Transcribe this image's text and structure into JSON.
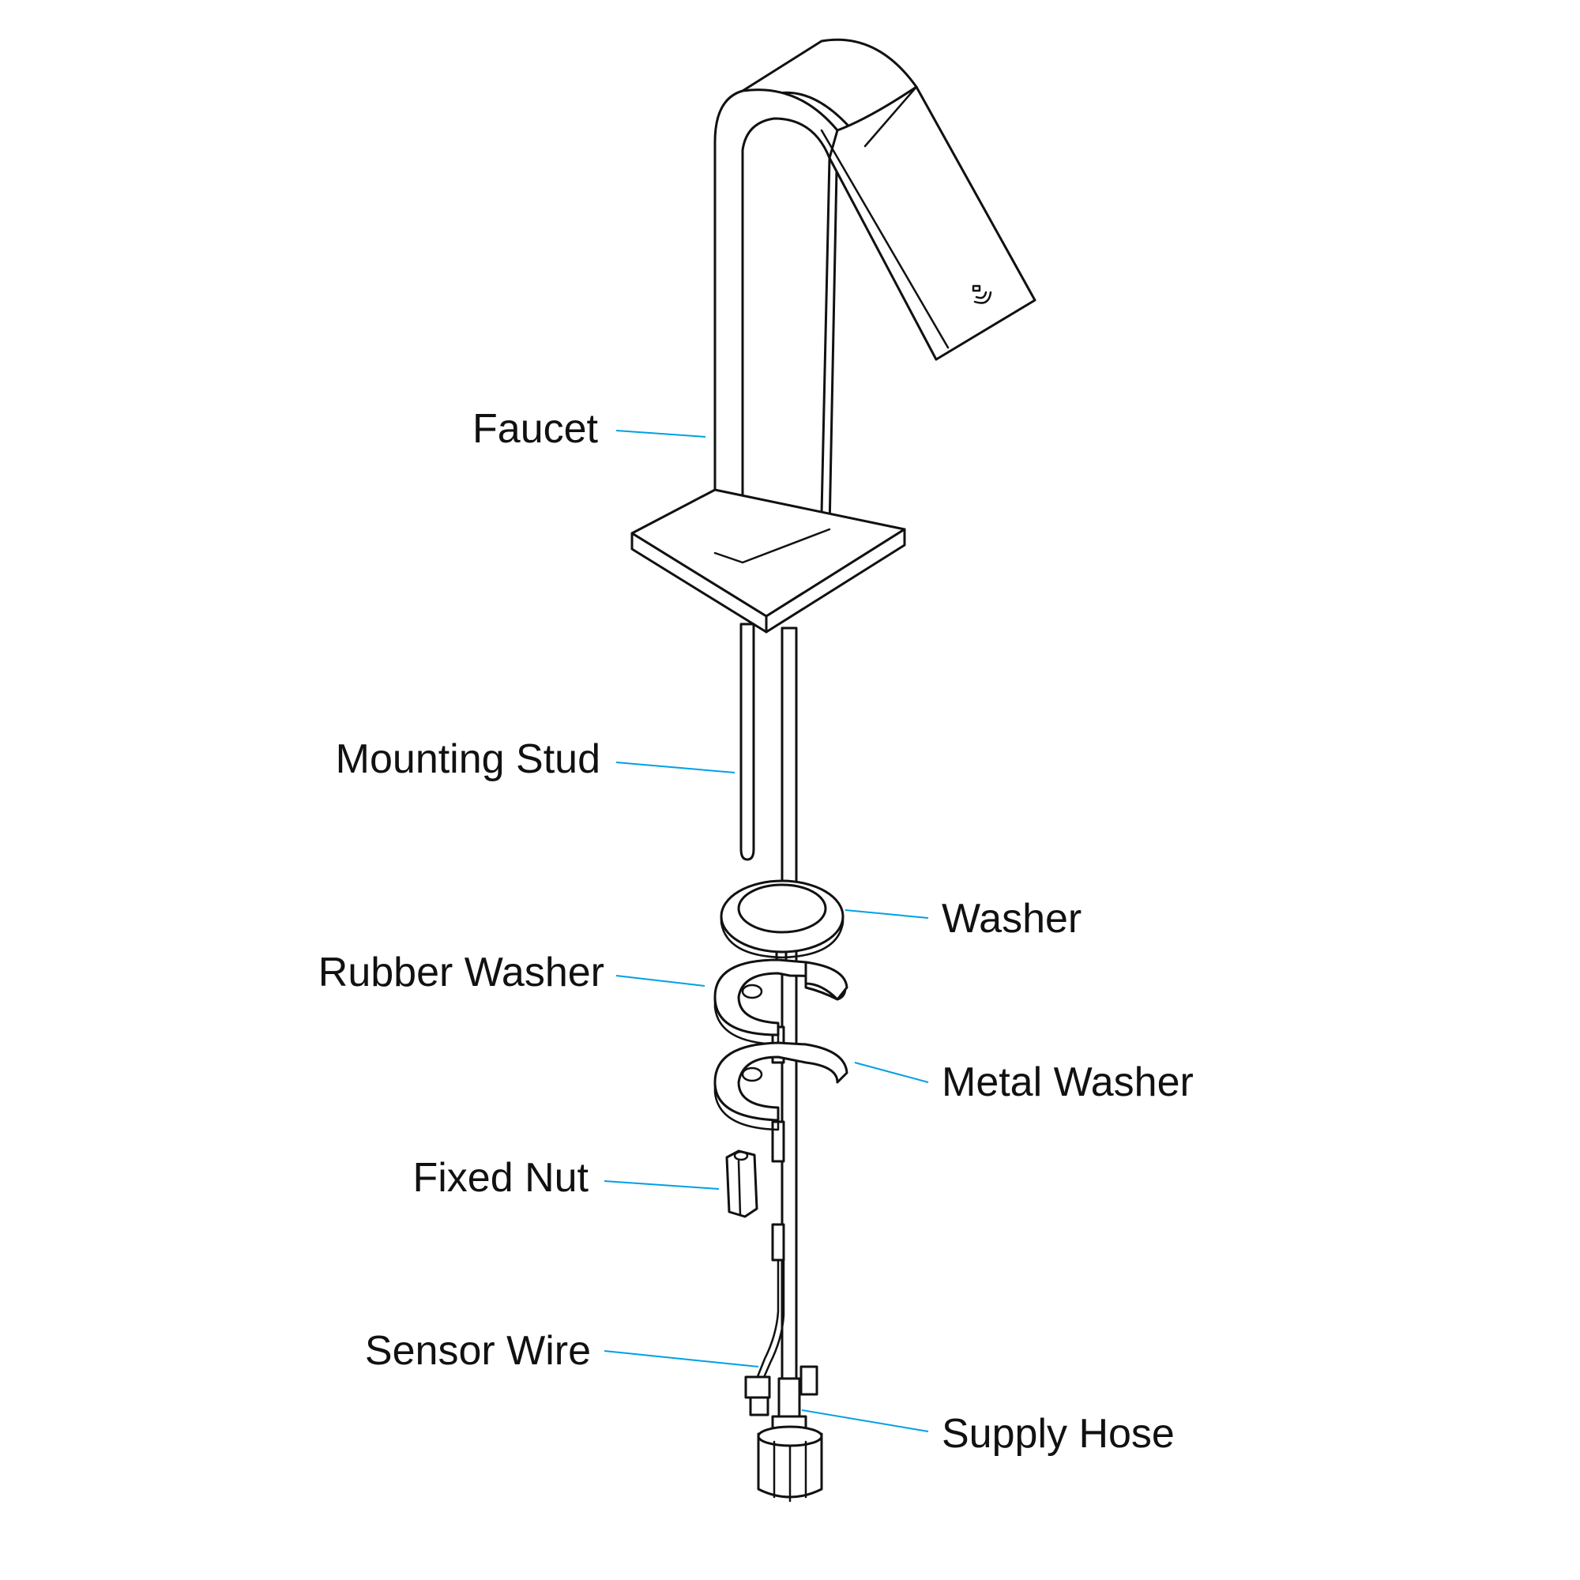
{
  "diagram": {
    "leader_color": "#00a0e3",
    "labels": {
      "faucet": "Faucet",
      "mounting_stud": "Mounting Stud",
      "washer": "Washer",
      "rubber_washer": "Rubber Washer",
      "metal_washer": "Metal Washer",
      "fixed_nut": "Fixed Nut",
      "sensor_wire": "Sensor Wire",
      "supply_hose": "Supply Hose"
    }
  }
}
